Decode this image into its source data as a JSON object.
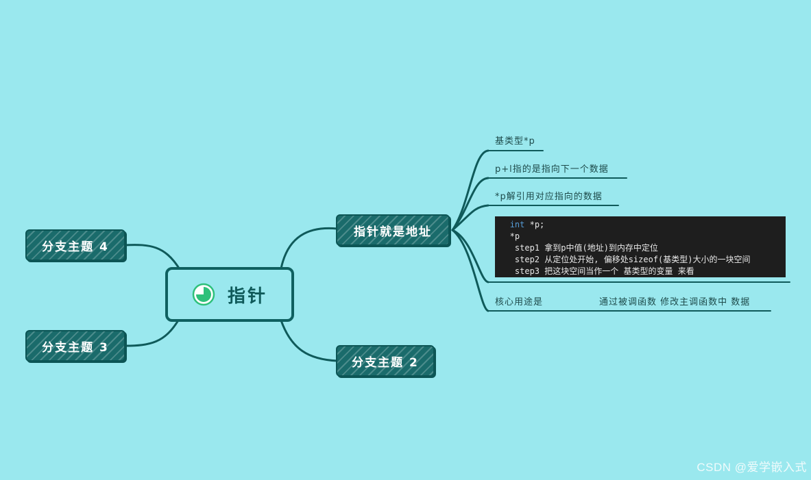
{
  "central": {
    "title": "指针",
    "icon": "progress-pie-icon"
  },
  "branches": {
    "main": "指针就是地址",
    "b2": "分支主题 2",
    "b3": "分支主题 3",
    "b4": "分支主题 4"
  },
  "leaves": {
    "l1": "基类型*p",
    "l2": "p+l指的是指向下一个数据",
    "l3": "*p解引用对应指向的数据",
    "core_label": "核心用途是",
    "core_value": "通过被调函数 修改主调函数中 数据"
  },
  "code": {
    "line1_kw": "int",
    "line1_rest": " *p;",
    "line2": "   *p",
    "line3": "    step1 拿到p中值(地址)到内存中定位",
    "line4": "    step2 从定位处开始, 偏移处sizeof(基类型)大小的一块空间",
    "line5": "    step3 把这块空间当作一个 基类型的变量 来看"
  },
  "watermark": "CSDN @爱学嵌入式",
  "colors": {
    "background": "#9ae8ee",
    "node_fill": "#1a6b6b",
    "line": "#0f5a5a",
    "icon_green": "#2ec07a"
  }
}
